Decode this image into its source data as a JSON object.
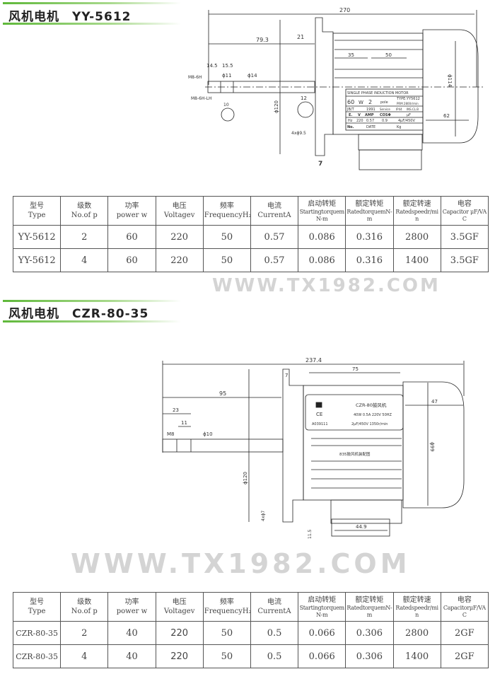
{
  "watermark": "WWW.TX1982.COM",
  "sections": [
    {
      "title": "风机电机　YY-5612",
      "drawing": {
        "dims": {
          "overall": "270",
          "d79": "79.3",
          "d21": "21",
          "d14_5": "14.5",
          "d15_5": "15.5",
          "m8": "M8-6H",
          "m8lh": "M8-6H-LH",
          "phi11": "ϕ11",
          "phi14": "ϕ14",
          "phi120": "ϕ120",
          "d35": "35",
          "d50": "50",
          "phi114": "ϕ114",
          "d62": "62",
          "d7": "7",
          "holes": "4xϕ9.5",
          "key10": "10",
          "key12": "12"
        },
        "nameplate": {
          "header": "SINGLE  PHASE  INDUCTION  MOTOR",
          "rows": [
            [
              "60",
              "W",
              "2",
              "pole",
              "TYPE:YY5612"
            ],
            [
              "",
              "",
              "",
              "",
              "PRM 2800r/min"
            ],
            [
              "JB/T",
              "",
              "1991",
              "Service",
              "IP44",
              "INS.CL.B"
            ],
            [
              "E.",
              "V",
              "AMP",
              "COSΦ",
              "μF"
            ],
            [
              "Hz",
              "220",
              "0.57",
              "0.9",
              "4μF/450V"
            ],
            [
              "No.",
              "",
              "DATE",
              "",
              "Kg"
            ]
          ]
        }
      },
      "table": {
        "headers": [
          [
            "型号",
            "Type"
          ],
          [
            "级数",
            "No.of p"
          ],
          [
            "功率",
            "power w"
          ],
          [
            "电压",
            "Voltagev"
          ],
          [
            "频率",
            "FrequencyH₂"
          ],
          [
            "电流",
            "CurrentA"
          ],
          [
            "启动转矩",
            "StartingtorquemN-m"
          ],
          [
            "额定转矩",
            "RatedtorquemN-m"
          ],
          [
            "额定转速",
            "Ratedspeedr/min"
          ],
          [
            "电容",
            "Capacitor μF/VAC"
          ]
        ],
        "rows": [
          [
            "YY-5612",
            "2",
            "60",
            "220",
            "50",
            "0.57",
            "0.086",
            "0.316",
            "2800",
            "3.5GF"
          ],
          [
            "YY-5612",
            "4",
            "60",
            "220",
            "50",
            "0.57",
            "0.086",
            "0.316",
            "1400",
            "3.5GF"
          ]
        ]
      }
    },
    {
      "title": "风机电机　CZR-80-35",
      "drawing": {
        "dims": {
          "overall": "237.4",
          "d7": "7",
          "d75": "75",
          "d95": "95",
          "d47": "47",
          "d23": "23",
          "d11": "11",
          "m8": "M8",
          "phi10": "ϕ10",
          "phi120": "ϕ120",
          "phi99": "ϕ99",
          "holes": "4xϕ7",
          "d11_5": "11.5",
          "d44_9": "44.9"
        },
        "nameplate": {
          "model": "CZR-80鼓风机",
          "spec": "40W 0.5A 220V 50HZ",
          "cap": "2μF/450V 1350r/min",
          "code": "A039111",
          "cert": "CE"
        },
        "caption": "835鼓风机装配图"
      },
      "table": {
        "headers": [
          [
            "型号",
            "Type"
          ],
          [
            "级数",
            "No.of p"
          ],
          [
            "功率",
            "power w"
          ],
          [
            "电压",
            "Voltagev"
          ],
          [
            "频率",
            "FrequencyH₂"
          ],
          [
            "电流",
            "CurrentA"
          ],
          [
            "启动转矩",
            "StartingtorquemN-m"
          ],
          [
            "额定转矩",
            "RatedtorquemN-m"
          ],
          [
            "额定转速",
            "Ratedspeedr/min"
          ],
          [
            "电容",
            "CapacitorμF/VAC"
          ]
        ],
        "rows": [
          [
            "CZR-80-35",
            "2",
            "40",
            "220",
            "50",
            "0.5",
            "0.066",
            "0.306",
            "2800",
            "2GF"
          ],
          [
            "CZR-80-35",
            "4",
            "40",
            "220",
            "50",
            "0.5",
            "0.066",
            "0.306",
            "1400",
            "2GF"
          ]
        ]
      }
    }
  ]
}
